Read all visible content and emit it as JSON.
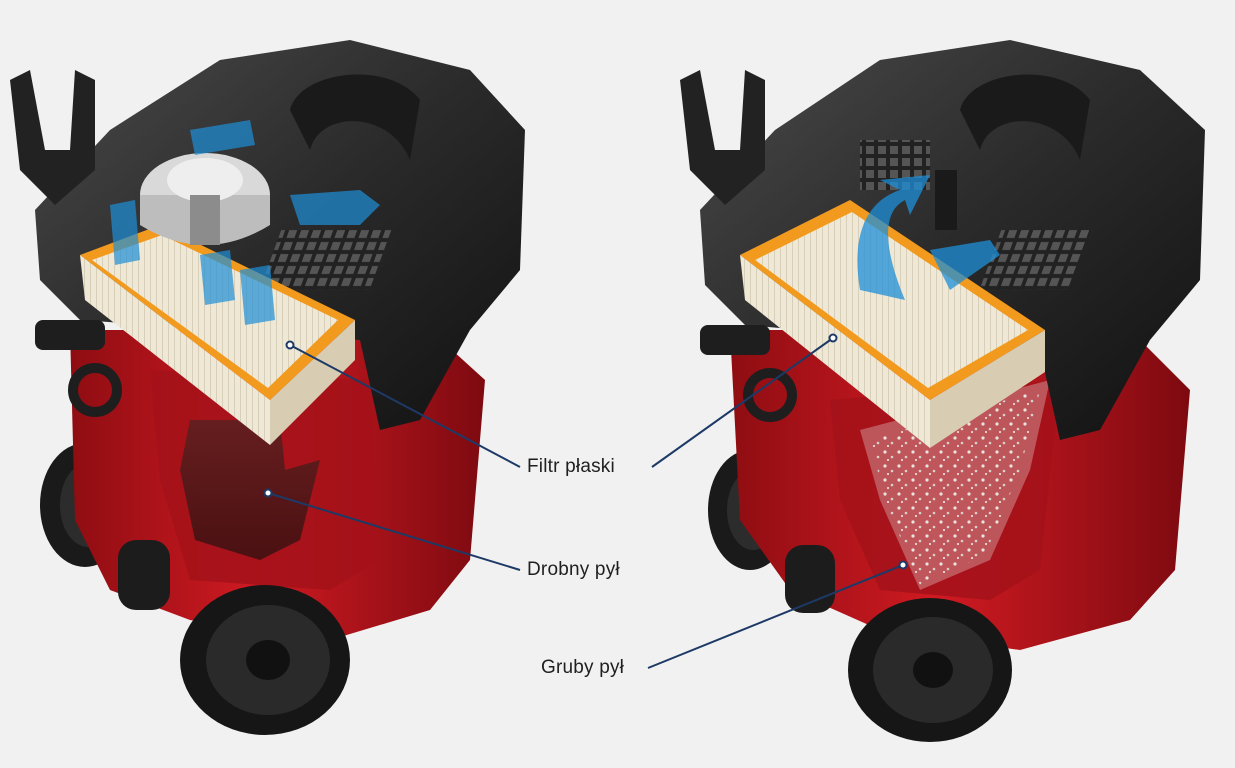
{
  "labels": {
    "filter": "Filtr płaski",
    "fine_dust": "Drobny pył",
    "coarse_dust": "Gruby pył"
  },
  "colors": {
    "background": "#f1f1f1",
    "body_red": "#c3141c",
    "housing_black": "#2a2a2a",
    "filter_frame": "#f29a1e",
    "filter_pleats": "#efe8d6",
    "airflow_blue": "#1e8fd8",
    "leader_line": "#1d3a66"
  },
  "icons": [
    "vacuum-cleaner-illustration",
    "airflow-arrow",
    "leader-line"
  ]
}
